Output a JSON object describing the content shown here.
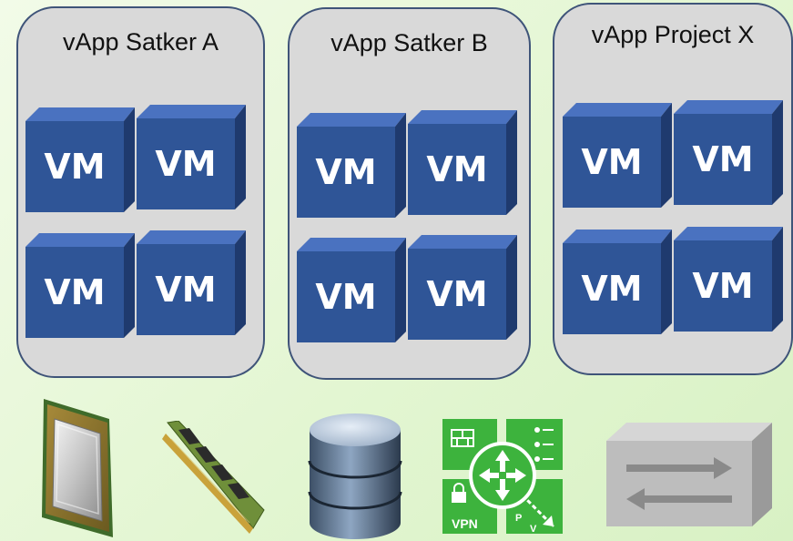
{
  "vapps": [
    {
      "title": "vApp Satker A",
      "vms": [
        "VM",
        "VM",
        "VM",
        "VM"
      ]
    },
    {
      "title": "vApp Satker B",
      "vms": [
        "VM",
        "VM",
        "VM",
        "VM"
      ]
    },
    {
      "title": "vApp Project X",
      "vms": [
        "VM",
        "VM",
        "VM",
        "VM"
      ]
    }
  ],
  "resources": {
    "cpu": "cpu-icon",
    "memory": "memory-icon",
    "storage": "database-icon",
    "network": "network-services-icon",
    "network_label": "VPN",
    "switch": "switch-icon"
  },
  "colors": {
    "vm_front": "#2f5597",
    "vm_top": "#4472c4",
    "vm_side": "#1f3864",
    "vapp_fill": "#d9d9d9",
    "vapp_border": "#3f5479",
    "network_green": "#3db33d"
  }
}
